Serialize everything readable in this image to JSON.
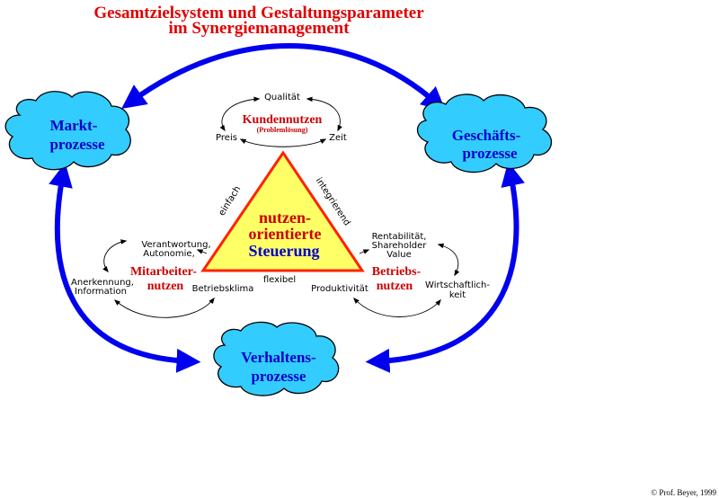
{
  "title": {
    "line1": "Gesamtzielsystem und Gestaltungsparameter",
    "line2": "im Synergiemanagement"
  },
  "clouds": {
    "markt": {
      "line1": "Markt-",
      "line2": "prozesse"
    },
    "geschaefts": {
      "line1": "Geschäfts-",
      "line2": "prozesse"
    },
    "verhaltens": {
      "line1": "Verhaltens-",
      "line2": "prozesse"
    }
  },
  "center": {
    "line1": "nutzen-",
    "line2": "orientierte",
    "line3": "Steuerung"
  },
  "edges": {
    "left": "einfach",
    "right": "integrierend",
    "bottom": "flexibel"
  },
  "kunden": {
    "title": "Kundennutzen",
    "subtitle": "(Problemlösung)",
    "top": "Qualität",
    "left": "Preis",
    "right": "Zeit"
  },
  "mitarbeiter": {
    "title_line1": "Mitarbeiter-",
    "title_line2": "nutzen",
    "top_line1": "Verantwortung,",
    "top_line2": "Autonomie,",
    "left_line1": "Anerkennung,",
    "left_line2": "Information",
    "bottom": "Betriebsklima"
  },
  "betrieb": {
    "title_line1": "Betriebs-",
    "title_line2": "nutzen",
    "top_line1": "Rentabilität,",
    "top_line2": "Shareholder",
    "top_line3": "Value",
    "right_line1": "Wirtschaftlich-",
    "right_line2": "keit",
    "bottom": "Produktivität"
  },
  "copyright": "© Prof. Beyer, 1999",
  "colors": {
    "title": "#e00000",
    "cloud_fill": "#33ccff",
    "cloud_text": "#0000cc",
    "big_arrow": "#0000ee",
    "triangle_fill": "#ffff66",
    "triangle_stroke": "#ff2200",
    "red_label": "#cc0000"
  }
}
